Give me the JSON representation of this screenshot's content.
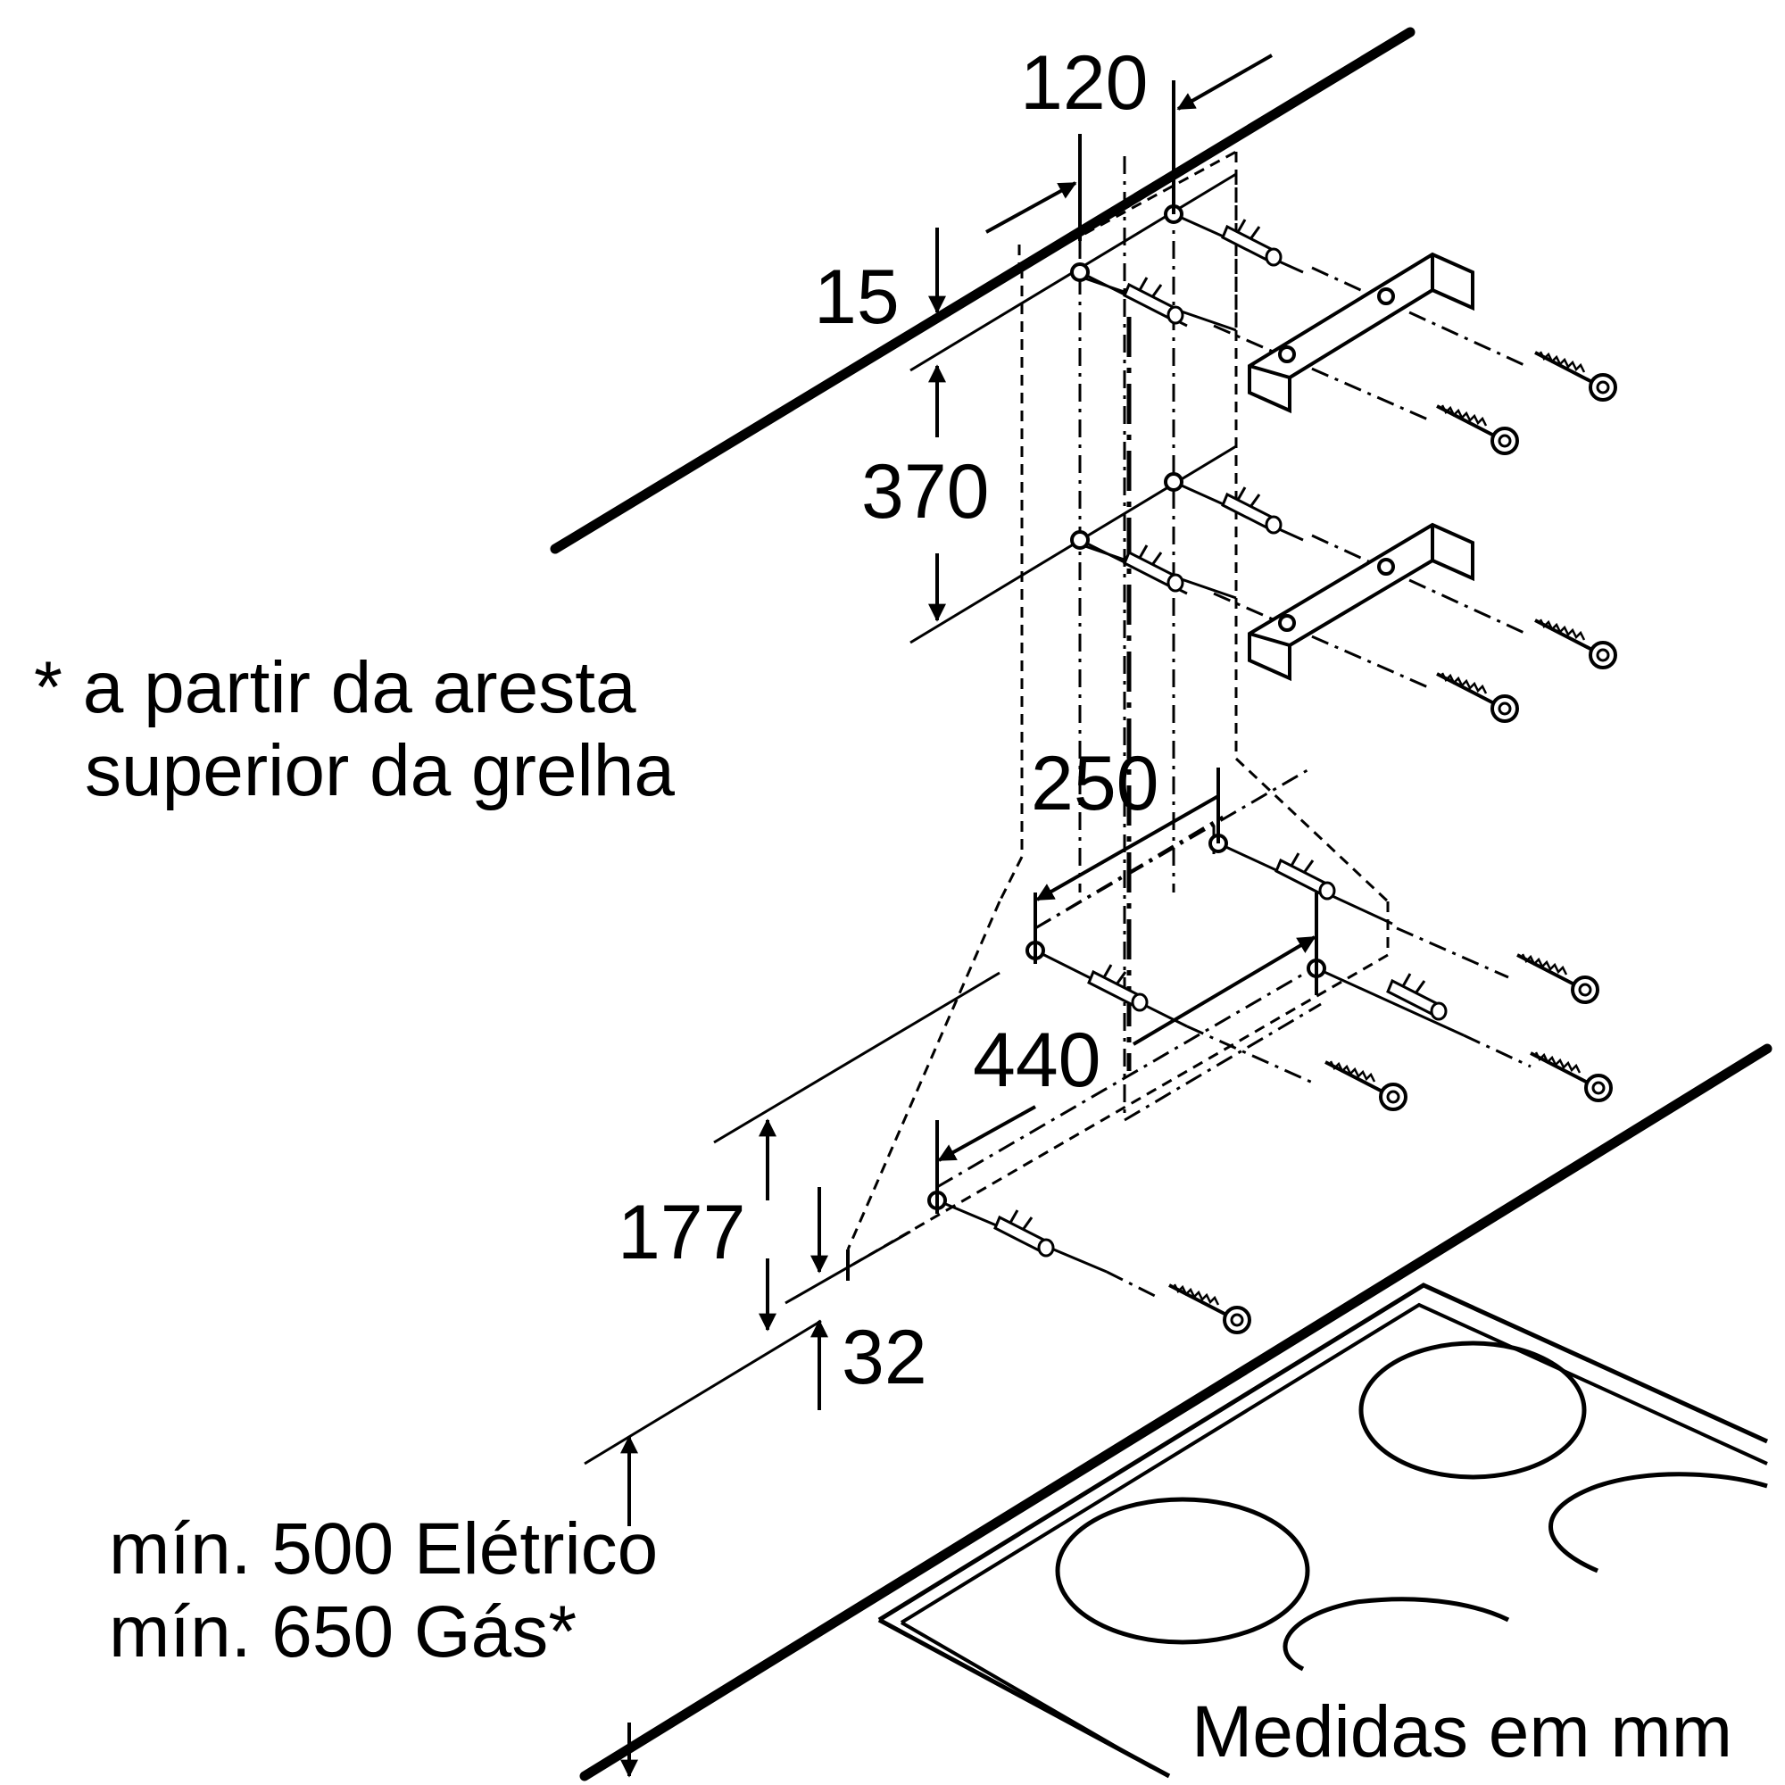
{
  "dimensions": {
    "d120": "120",
    "d15": "15",
    "d370": "370",
    "d250": "250",
    "d440": "440",
    "d177": "177",
    "d32": "32"
  },
  "notes": {
    "footnote_line1": "* a partir da aresta",
    "footnote_line2": "superior da grelha",
    "min_electric": "mín. 500 Elétrico",
    "min_gas": "mín. 650 Gás*",
    "units": "Medidas em mm"
  }
}
